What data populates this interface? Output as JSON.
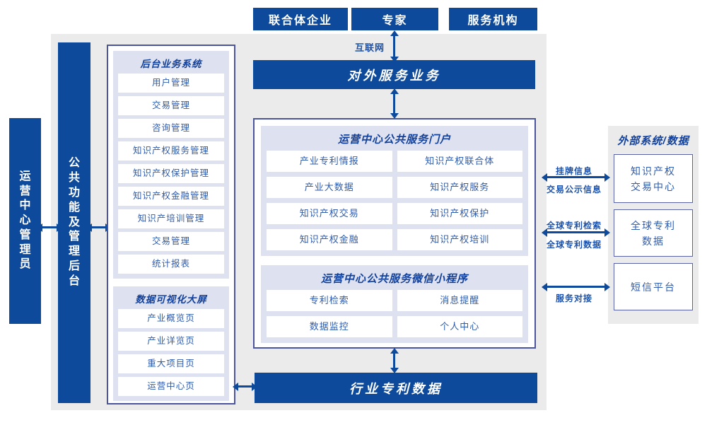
{
  "colors": {
    "accent_blue": "#0e4a9c",
    "panel_lavender": "#dee1f0",
    "container_border": "#4b549f",
    "background_gray": "#ebebeb",
    "item_text_blue": "#2f5cac",
    "title_navy": "#12419c"
  },
  "top_actors": {
    "consortium": "联合体企业",
    "expert": "专家",
    "service_org": "服务机构"
  },
  "internet_label": "互联网",
  "external_service_bar": "对外服务业务",
  "rails": {
    "admin": "运营中心管理员",
    "backend": "公共功能及管理后台"
  },
  "backend_system": {
    "title": "后台业务系统",
    "items": [
      "用户管理",
      "交易管理",
      "咨询管理",
      "知识产权服务管理",
      "知识产权保护管理",
      "知识产权金融管理",
      "知识产培训管理",
      "交易管理",
      "统计报表"
    ]
  },
  "dashboard": {
    "title": "数据可视化大屏",
    "items": [
      "产业概览页",
      "产业详览页",
      "重大项目页",
      "运营中心页"
    ]
  },
  "portal": {
    "title": "运营中心公共服务门户",
    "items": [
      "产业专利情报",
      "知识产权联合体",
      "产业大数据",
      "知识产权服务",
      "知识产权交易",
      "知识产权保护",
      "知识产权金融",
      "知识产权培训"
    ]
  },
  "miniprogram": {
    "title": "运营中心公共服务微信小程序",
    "items": [
      "专利检索",
      "消息提醒",
      "数据监控",
      "个人中心"
    ]
  },
  "industry_data_bar": "行业专利数据",
  "external_panel": {
    "title": "外部系统/数据",
    "boxes": [
      "知识产权交易中心",
      "全球专利数据",
      "短信平台"
    ]
  },
  "links": [
    {
      "top": "挂牌信息",
      "bottom": "交易公示信息"
    },
    {
      "top": "全球专利检索",
      "bottom": "全球专利数据"
    },
    {
      "top": "",
      "bottom": "服务对接"
    }
  ]
}
